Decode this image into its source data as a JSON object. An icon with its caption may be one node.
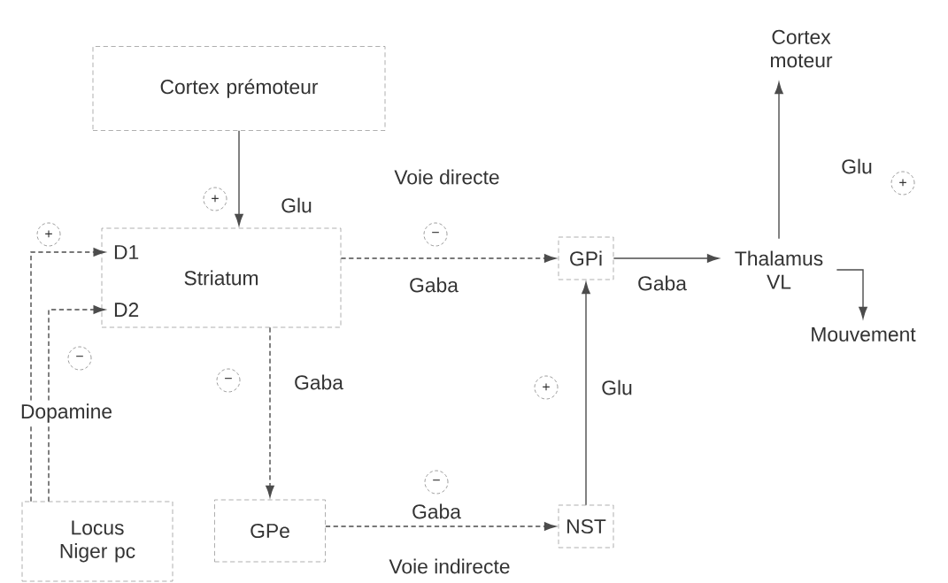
{
  "diagram": {
    "nodes": [
      {
        "text": [
          "Cortex prémoteur"
        ]
      },
      {
        "text": [
          "Striatum"
        ]
      },
      {
        "text": [
          "D1"
        ],
        "in": 1
      },
      {
        "text": [
          "D2"
        ],
        "in": 1
      },
      {
        "text": [
          "Locus Niger pc"
        ]
      },
      {
        "text": [
          "GPe"
        ]
      },
      {
        "text": [
          "NST"
        ]
      },
      {
        "text": [
          "GPi"
        ]
      },
      {
        "text": [
          "Thalamus VL"
        ]
      },
      {
        "text": [
          "Cortex moteur"
        ]
      },
      {
        "text": [
          "Mouvement"
        ]
      }
    ],
    "edges": [
      {
        "from": 0,
        "to": 1,
        "arrow": "to",
        "label": "Glu"
      },
      {
        "from": 4,
        "to": 2,
        "arrow": "to",
        "style": "dashed"
      },
      {
        "from": 4,
        "to": 3,
        "arrow": "to",
        "style": "dashed"
      },
      {
        "from": 1,
        "to": 5,
        "arrow": "to",
        "label": "Gaba",
        "style": "dashed"
      },
      {
        "from": 1,
        "to": 7,
        "arrow": "to",
        "label": "Gaba",
        "style": "dashed"
      },
      {
        "from": 5,
        "to": 6,
        "arrow": "to",
        "label": "Gaba",
        "style": "dashed"
      },
      {
        "from": 6,
        "to": 7,
        "arrow": "to",
        "label": "Glu"
      },
      {
        "from": 7,
        "to": 8,
        "arrow": "to",
        "label": "Gaba"
      },
      {
        "from": 8,
        "to": 9,
        "arrow": "to",
        "label": "Glu"
      },
      {
        "from": 8,
        "to": 10,
        "arrow": "to"
      }
    ],
    "labels": [
      "Voie directe",
      "+",
      "+",
      "+",
      "−",
      "−",
      "−",
      "Dopamine",
      "+",
      "−",
      "Voie indirecte"
    ]
  }
}
